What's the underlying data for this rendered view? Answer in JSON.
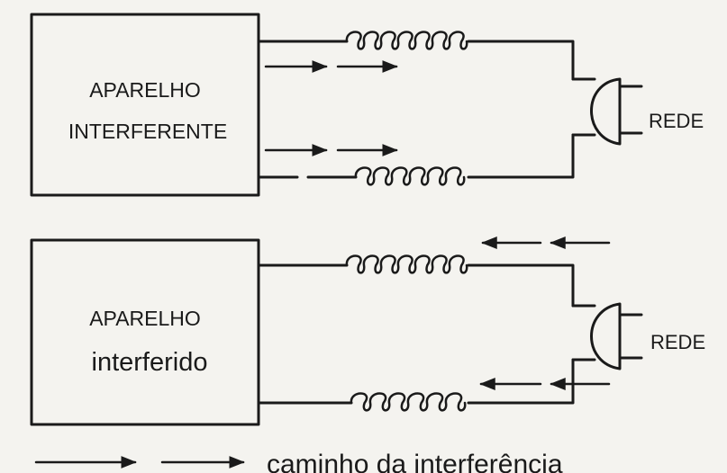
{
  "top": {
    "device_line1": "APARELHO",
    "device_line2": "INTERFERENTE",
    "network_label": "REDE"
  },
  "bottom": {
    "device_line1": "APARELHO",
    "device_line2": "interferido",
    "network_label": "REDE"
  },
  "legend": {
    "text": "caminho da interferência"
  },
  "colors": {
    "ink": "#1a1a1a",
    "paper": "#f4f3ef"
  }
}
